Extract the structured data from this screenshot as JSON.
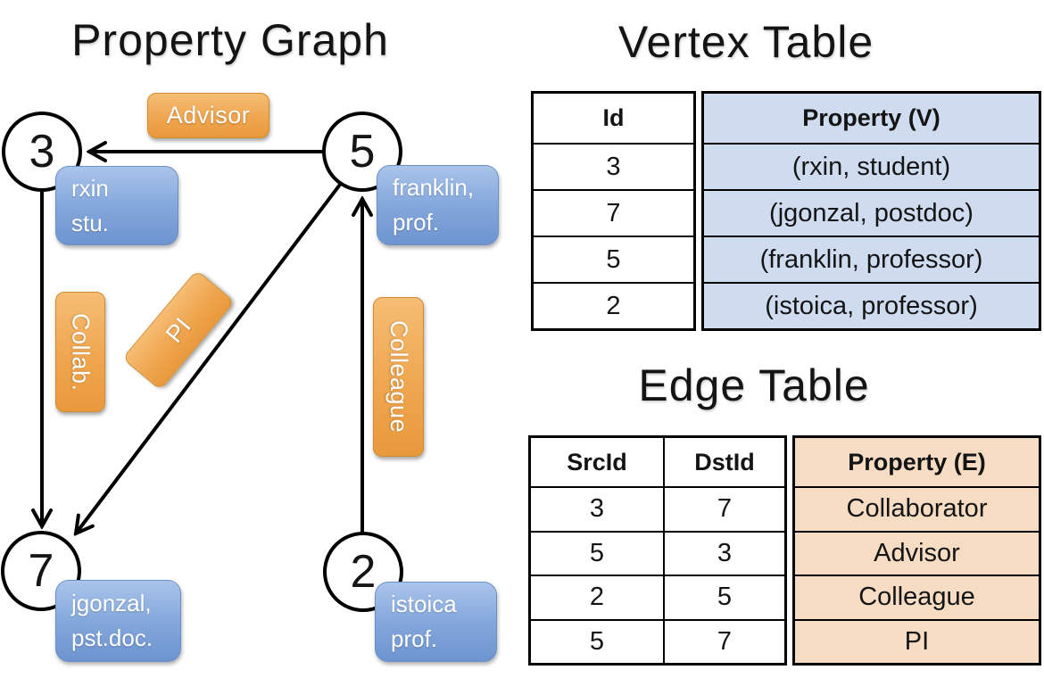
{
  "titles": {
    "graph": "Property Graph",
    "vertex_table": "Vertex Table",
    "edge_table": "Edge Table"
  },
  "graph": {
    "nodes": [
      {
        "id": "3",
        "property_lines": [
          "rxin",
          "stu."
        ]
      },
      {
        "id": "5",
        "property_lines": [
          "franklin,",
          "prof."
        ]
      },
      {
        "id": "7",
        "property_lines": [
          "jgonzal,",
          "pst.doc."
        ]
      },
      {
        "id": "2",
        "property_lines": [
          "istoica",
          "prof."
        ]
      }
    ],
    "edges": [
      {
        "src": "5",
        "dst": "3",
        "label": "Advisor"
      },
      {
        "src": "3",
        "dst": "7",
        "label": "Collab."
      },
      {
        "src": "5",
        "dst": "7",
        "label": "PI"
      },
      {
        "src": "2",
        "dst": "5",
        "label": "Colleague"
      }
    ]
  },
  "vertex_table": {
    "headers": [
      "Id",
      "Property (V)"
    ],
    "rows": [
      [
        "3",
        "(rxin, student)"
      ],
      [
        "7",
        "(jgonzal, postdoc)"
      ],
      [
        "5",
        "(franklin, professor)"
      ],
      [
        "2",
        "(istoica, professor)"
      ]
    ]
  },
  "edge_table": {
    "headers": [
      "SrcId",
      "DstId",
      "Property (E)"
    ],
    "rows": [
      [
        "3",
        "7",
        "Collaborator"
      ],
      [
        "5",
        "3",
        "Advisor"
      ],
      [
        "2",
        "5",
        "Colleague"
      ],
      [
        "5",
        "7",
        "PI"
      ]
    ]
  },
  "colors": {
    "edge_label_orange": "#efa64f",
    "node_property_blue": "#84a8dc",
    "vertex_property_fill": "#cfdcf0",
    "edge_property_fill": "#f5dcc2",
    "line_black": "#000000"
  }
}
